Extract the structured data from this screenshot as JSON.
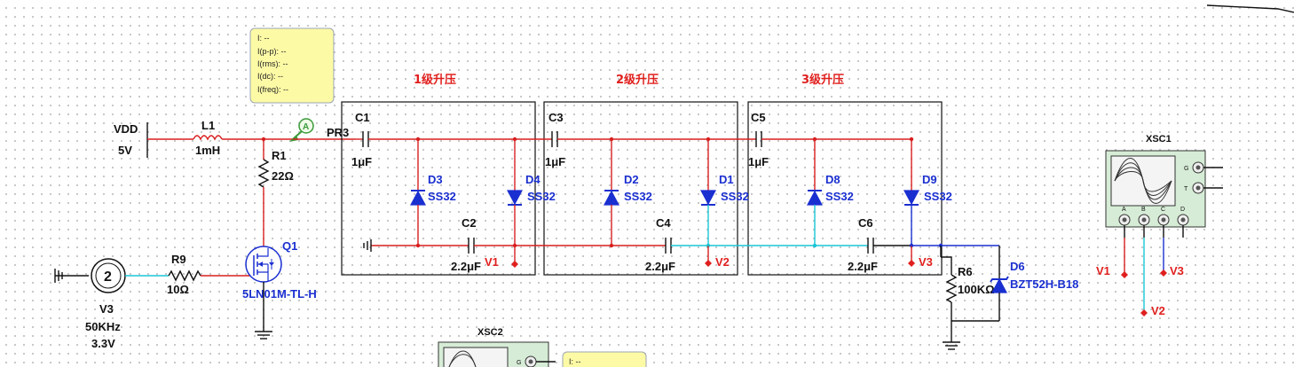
{
  "supply": {
    "name": "VDD",
    "value": "5V"
  },
  "inductor": {
    "name": "L1",
    "value": "1mH"
  },
  "resistor_r1": {
    "name": "R1",
    "value": "22Ω"
  },
  "resistor_r9": {
    "name": "R9",
    "value": "10Ω"
  },
  "resistor_r6": {
    "name": "R6",
    "value": "100KΩ"
  },
  "source_v3": {
    "name": "V3",
    "freq": "50KHz",
    "amplitude": "3.3V",
    "symbol": "2"
  },
  "mosfet": {
    "name": "Q1",
    "part": "5LN01M-TL-H"
  },
  "probe_pr3": {
    "label": "PR3",
    "symbol": "A"
  },
  "meter1": {
    "lines": [
      "I: --",
      "I(p-p): --",
      "I(rms): --",
      "I(dc): --",
      "I(freq): --"
    ]
  },
  "meter2": {
    "lines": [
      "I: --"
    ]
  },
  "stages": [
    {
      "title": "1级升压"
    },
    {
      "title": "2级升压"
    },
    {
      "title": "3级升压"
    }
  ],
  "capacitors": {
    "c1": {
      "name": "C1",
      "value": "1μF"
    },
    "c2": {
      "name": "C2",
      "value": "2.2μF"
    },
    "c3": {
      "name": "C3",
      "value": "1μF"
    },
    "c4": {
      "name": "C4",
      "value": "2.2μF"
    },
    "c5": {
      "name": "C5",
      "value": "1μF"
    },
    "c6": {
      "name": "C6",
      "value": "2.2μF"
    }
  },
  "diodes": {
    "d1": {
      "name": "D1",
      "part": "SS32"
    },
    "d2": {
      "name": "D2",
      "part": "SS32"
    },
    "d3": {
      "name": "D3",
      "part": "SS32"
    },
    "d4": {
      "name": "D4",
      "part": "SS32"
    },
    "d8": {
      "name": "D8",
      "part": "SS32"
    },
    "d9": {
      "name": "D9",
      "part": "SS32"
    },
    "d6": {
      "name": "D6",
      "part": "BZT52H-B18"
    }
  },
  "probes": {
    "v1": "V1",
    "v2": "V2",
    "v3": "V3"
  },
  "scope1": {
    "name": "XSC1",
    "ports_right": [
      "G",
      "T"
    ],
    "ports_bottom": [
      "A",
      "B",
      "C",
      "D"
    ]
  },
  "scope2": {
    "name": "XSC2",
    "ports_right": [
      "G"
    ]
  },
  "colors": {
    "wire": "#d81e1e",
    "wire_v3": "#19c6d6",
    "component_label": "#1a2fd0",
    "probe": "#e0201e",
    "meter_bg": "#fdfaa6"
  }
}
